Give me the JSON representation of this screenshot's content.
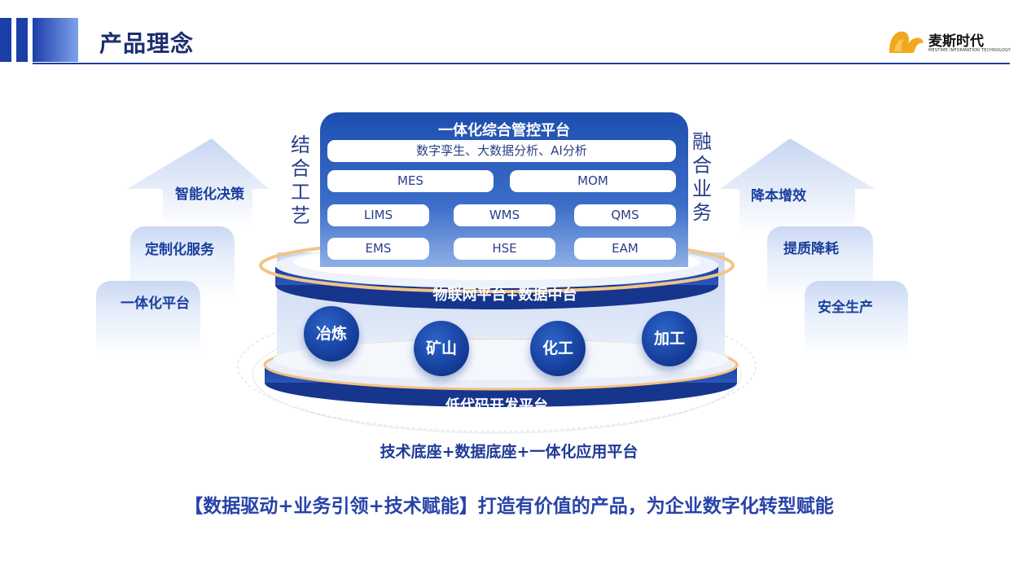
{
  "header": {
    "title": "产品理念",
    "logo_name": "麦斯时代",
    "logo_subtitle": "MESTIME INFORMATION TECHNOLOGY"
  },
  "left_arrows": [
    "智能化决策",
    "定制化服务",
    "一体化平台"
  ],
  "right_arrows": [
    "降本增效",
    "提质降耗",
    "安全生产"
  ],
  "left_vertical_label": [
    "结",
    "合",
    "工",
    "艺"
  ],
  "right_vertical_label": [
    "融",
    "合",
    "业",
    "务"
  ],
  "platform": {
    "title": "一体化综合管控平台",
    "analytics": "数字孪生、大数据分析、AI分析",
    "row1": [
      "MES",
      "MOM"
    ],
    "row2": [
      "LIMS",
      "WMS",
      "QMS"
    ],
    "row3": [
      "EMS",
      "HSE",
      "EAM"
    ]
  },
  "middle_layer": "物联网平台+数据中台",
  "industries": [
    "冶炼",
    "矿山",
    "化工",
    "加工"
  ],
  "bottom_layer": "低代码开发平台",
  "foundation": "技术底座+数据底座+一体化应用平台",
  "slogan": "【数据驱动+业务引领+技术赋能】打造有价值的产品，为企业数字化转型赋能",
  "colors": {
    "primary": "#1c3ea8",
    "dark_text": "#1c2f6e",
    "accent_orange": "#f2b24a"
  }
}
